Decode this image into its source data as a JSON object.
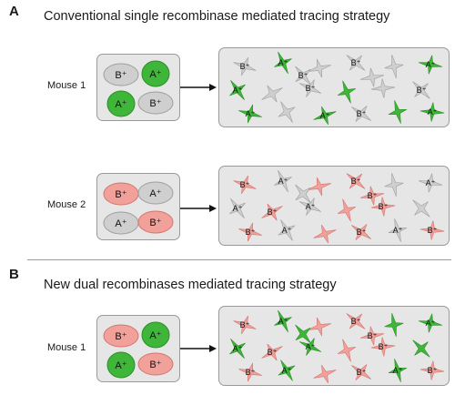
{
  "colors": {
    "green": "#3fb53a",
    "green_dark": "#2a8f26",
    "gray": "#cfcfcf",
    "gray_dark": "#9e9e9e",
    "pink": "#f2a19a",
    "pink_dark": "#d2756e",
    "box_fill": "#e6e6e6"
  },
  "panels": [
    {
      "letter": "A",
      "title": "Conventional single recombinase mediated tracing strategy",
      "rows": [
        {
          "label": "Mouse 1",
          "cells": [
            {
              "text": "B⁺",
              "color": "gray"
            },
            {
              "text": "A⁺",
              "color": "green"
            },
            {
              "text": "A⁺",
              "color": "green"
            },
            {
              "text": "B⁺",
              "color": "gray"
            }
          ],
          "stars": [
            {
              "text": "B⁺",
              "color": "gray"
            },
            {
              "text": "A⁺",
              "color": "green"
            },
            {
              "text": "",
              "color": "gray"
            },
            {
              "text": "B⁺",
              "color": "gray"
            },
            {
              "text": "",
              "color": "gray"
            },
            {
              "text": "A⁺",
              "color": "green"
            },
            {
              "text": "A⁺",
              "color": "green"
            },
            {
              "text": "",
              "color": "gray"
            },
            {
              "text": "B⁺",
              "color": "gray"
            },
            {
              "text": "",
              "color": "green"
            },
            {
              "text": "",
              "color": "gray"
            },
            {
              "text": "B⁺",
              "color": "gray"
            },
            {
              "text": "A⁺",
              "color": "green"
            },
            {
              "text": "",
              "color": "gray"
            },
            {
              "text": "A⁺",
              "color": "green"
            },
            {
              "text": "B⁺",
              "color": "gray"
            },
            {
              "text": "",
              "color": "green"
            },
            {
              "text": "A⁺",
              "color": "green"
            },
            {
              "text": "B⁺",
              "color": "gray"
            },
            {
              "text": "",
              "color": "gray"
            }
          ]
        },
        {
          "label": "Mouse 2",
          "cells": [
            {
              "text": "B⁺",
              "color": "pink"
            },
            {
              "text": "A⁺",
              "color": "gray"
            },
            {
              "text": "A⁺",
              "color": "gray"
            },
            {
              "text": "B⁺",
              "color": "pink"
            }
          ],
          "stars": [
            {
              "text": "B⁺",
              "color": "pink"
            },
            {
              "text": "A⁺",
              "color": "gray"
            },
            {
              "text": "",
              "color": "pink"
            },
            {
              "text": "B⁺",
              "color": "pink"
            },
            {
              "text": "",
              "color": "gray"
            },
            {
              "text": "A⁺",
              "color": "gray"
            },
            {
              "text": "A⁺",
              "color": "gray"
            },
            {
              "text": "B⁺",
              "color": "pink"
            },
            {
              "text": "A⁺",
              "color": "gray"
            },
            {
              "text": "",
              "color": "pink"
            },
            {
              "text": "B⁺",
              "color": "pink"
            },
            {
              "text": "",
              "color": "gray"
            },
            {
              "text": "B⁺",
              "color": "pink"
            },
            {
              "text": "A⁺",
              "color": "gray"
            },
            {
              "text": "",
              "color": "pink"
            },
            {
              "text": "B⁺",
              "color": "pink"
            },
            {
              "text": "A⁺",
              "color": "gray"
            },
            {
              "text": "B⁺",
              "color": "pink"
            },
            {
              "text": "",
              "color": "gray"
            },
            {
              "text": "B⁺",
              "color": "pink"
            }
          ]
        }
      ]
    },
    {
      "letter": "B",
      "title": "New dual recombinases mediated tracing strategy",
      "rows": [
        {
          "label": "Mouse 1",
          "cells": [
            {
              "text": "B⁺",
              "color": "pink"
            },
            {
              "text": "A⁺",
              "color": "green"
            },
            {
              "text": "A⁺",
              "color": "green"
            },
            {
              "text": "B⁺",
              "color": "pink"
            }
          ],
          "stars": [
            {
              "text": "B⁺",
              "color": "pink"
            },
            {
              "text": "A⁺",
              "color": "green"
            },
            {
              "text": "",
              "color": "pink"
            },
            {
              "text": "B⁺",
              "color": "pink"
            },
            {
              "text": "",
              "color": "green"
            },
            {
              "text": "A⁺",
              "color": "green"
            },
            {
              "text": "A⁺",
              "color": "green"
            },
            {
              "text": "B⁺",
              "color": "pink"
            },
            {
              "text": "A⁺",
              "color": "green"
            },
            {
              "text": "",
              "color": "pink"
            },
            {
              "text": "B⁺",
              "color": "pink"
            },
            {
              "text": "",
              "color": "green"
            },
            {
              "text": "B⁺",
              "color": "pink"
            },
            {
              "text": "A⁺",
              "color": "green"
            },
            {
              "text": "",
              "color": "pink"
            },
            {
              "text": "B⁺",
              "color": "pink"
            },
            {
              "text": "A⁺",
              "color": "green"
            },
            {
              "text": "B⁺",
              "color": "pink"
            },
            {
              "text": "",
              "color": "green"
            },
            {
              "text": "B⁺",
              "color": "pink"
            }
          ]
        }
      ]
    }
  ]
}
